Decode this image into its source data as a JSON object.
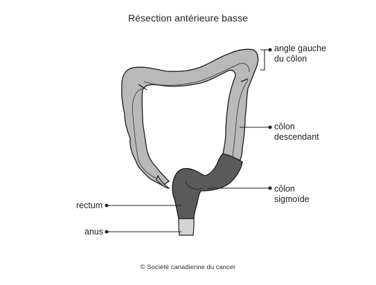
{
  "title": "Résection antérieure basse",
  "labels": {
    "splenic_flexure": [
      "angle gauche",
      "du côlon"
    ],
    "descending": [
      "côlon",
      "descendant"
    ],
    "sigmoid": [
      "côlon",
      "sigmoïde"
    ],
    "rectum": "rectum",
    "anus": "anus"
  },
  "copyright": "© Société canadienne du cancer",
  "colors": {
    "colon_light": "#b9b9b9",
    "colon_dark": "#5a5a5a",
    "colon_outline": "#1a1a1a",
    "anus": "#d4d4d4",
    "label_line": "#222222"
  }
}
